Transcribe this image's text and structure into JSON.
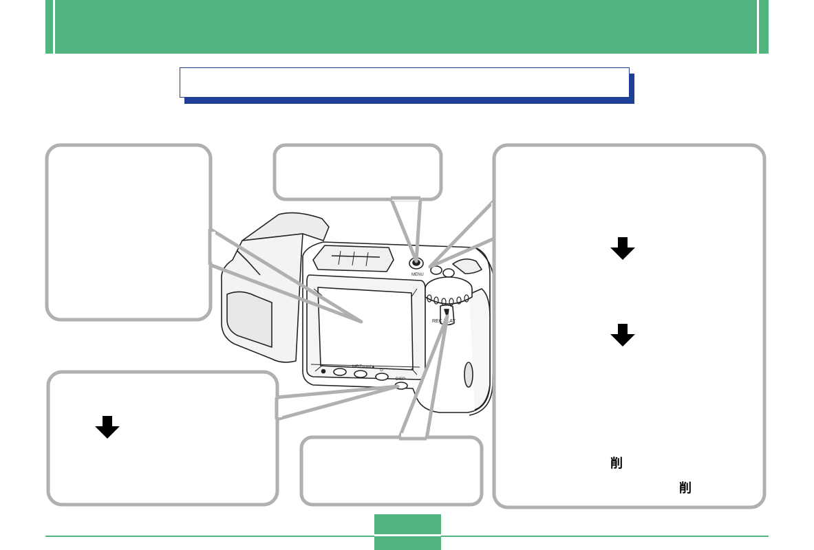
{
  "header": {
    "title": ""
  },
  "section": {
    "title": ""
  },
  "footer": {
    "page_number": ""
  },
  "camera": {
    "top_button_label": "MENU",
    "mode_switch_label": "REC  PLAY",
    "lcd_button_labels": [
      "",
      "MF/Zoom/▲",
      "⏻",
      "DISP"
    ]
  },
  "callouts": {
    "top_left": {
      "text": ""
    },
    "top_center": {
      "text": ""
    },
    "right": {
      "text": ""
    },
    "bottom_left": {
      "text": ""
    },
    "bottom_center": {
      "text": ""
    }
  },
  "icons": {
    "arrow": "arrow-down-icon",
    "delete": "trash-icon",
    "delete_glyph": "削"
  },
  "colors": {
    "header_green": "#50b57f",
    "title_blue": "#1f3f97",
    "callout_gray": "#b0b0b0"
  }
}
